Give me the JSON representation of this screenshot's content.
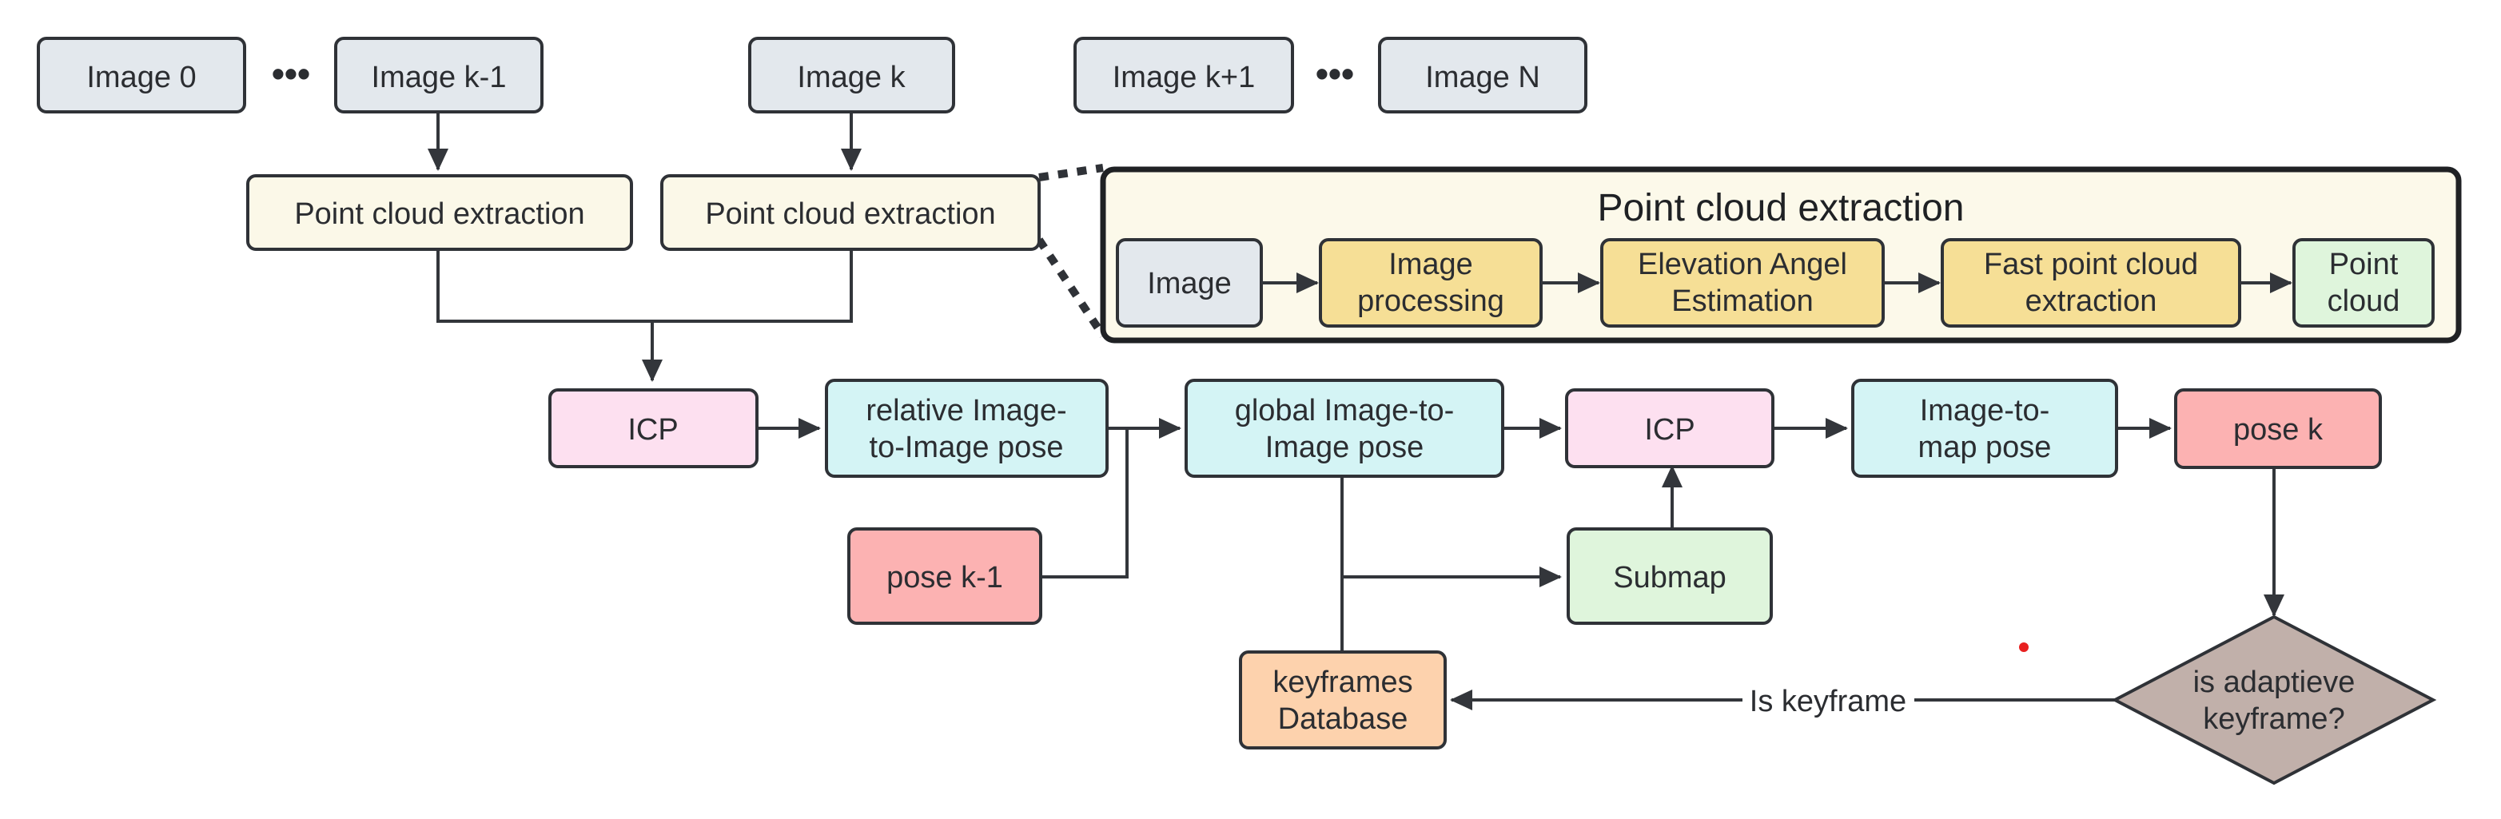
{
  "colors": {
    "image_fill": "#e3e8ed",
    "extraction_fill": "#fbf8e8",
    "processing_fill": "#f6df96",
    "pointcloud_fill": "#dff5dc",
    "icp_fill": "#fde0f0",
    "pose_fill": "#d4f4f5",
    "posek_fill": "#fcb2b2",
    "submap_fill": "#dff5dc",
    "keyframe_db_fill": "#fdd2ad",
    "decision_fill": "#c1b0aa",
    "detail_panel_fill": "#fcf9ea",
    "stroke": "#2f3237",
    "marker_dot": "#e82020"
  },
  "images": {
    "image0": "Image 0",
    "image_k_minus_1": "Image k-1",
    "image_k": "Image k",
    "image_k_plus_1": "Image k+1",
    "image_n": "Image N",
    "ellipsis": "•••"
  },
  "extraction": {
    "left": "Point cloud extraction",
    "right": "Point cloud extraction"
  },
  "detail_panel": {
    "title": "Point cloud extraction",
    "image": "Image",
    "image_processing": [
      "Image",
      "processing"
    ],
    "elevation": [
      "Elevation Angel",
      "Estimation"
    ],
    "fast_extraction": [
      "Fast point cloud",
      "extraction"
    ],
    "point_cloud": [
      "Point",
      "cloud"
    ]
  },
  "pipeline": {
    "icp1": "ICP",
    "relative_pose": [
      "relative Image-",
      "to-Image pose"
    ],
    "global_pose": [
      "global Image-to-",
      "Image pose"
    ],
    "icp2": "ICP",
    "map_pose": [
      "Image-to-",
      "map pose"
    ],
    "pose_k": "pose k",
    "pose_k_minus_1": "pose k-1",
    "submap": "Submap",
    "keyframes_db": [
      "keyframes",
      "Database"
    ],
    "decision": [
      "is adaptieve",
      "keyframe?"
    ],
    "is_keyframe_label": "Is keyframe"
  },
  "icons": {
    "marker": "red-dot"
  }
}
